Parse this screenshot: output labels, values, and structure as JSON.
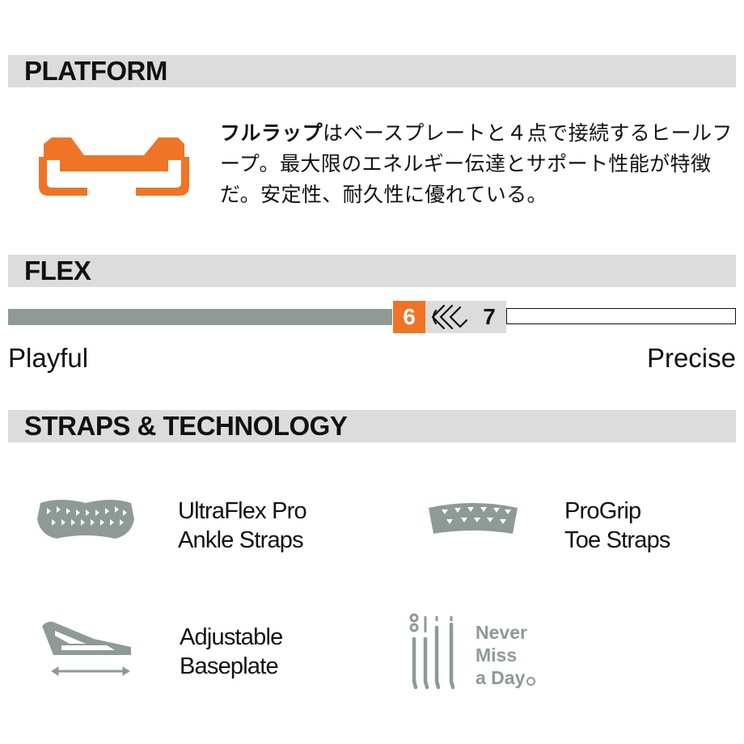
{
  "sections": {
    "platform": {
      "title": "PLATFORM"
    },
    "flex": {
      "title": "FLEX"
    },
    "straps": {
      "title": "STRAPS & TECHNOLOGY"
    }
  },
  "platform": {
    "icon": "platform-fullwrap-icon",
    "description_bold": "フルラップ",
    "description_rest": "はベースプレートと４点で接続するヒールフープ。最大限のエネルギー伝達とサポート性能が特徴だ。安定性、耐久性に優れている。"
  },
  "flex": {
    "value_low": "6",
    "value_high": "7",
    "label_left": "Playful",
    "label_right": "Precise",
    "rating": 6.5,
    "scale_max": 10,
    "icon": "flex-arrows-icon"
  },
  "technology": [
    {
      "line1": "UltraFlex Pro",
      "line2": "Ankle Straps",
      "icon": "ankle-strap-icon"
    },
    {
      "line1": "ProGrip",
      "line2": "Toe Straps",
      "icon": "toe-strap-icon"
    },
    {
      "line1": "Adjustable",
      "line2": "Baseplate",
      "icon": "baseplate-icon"
    },
    {
      "line1": "Never",
      "line2": "Miss",
      "line3": "a Day",
      "icon": "never-miss-a-day-icon"
    }
  ],
  "colors": {
    "accent": "#ef7426",
    "gray": "#8e9a95",
    "bar": "#dcdcdc"
  }
}
